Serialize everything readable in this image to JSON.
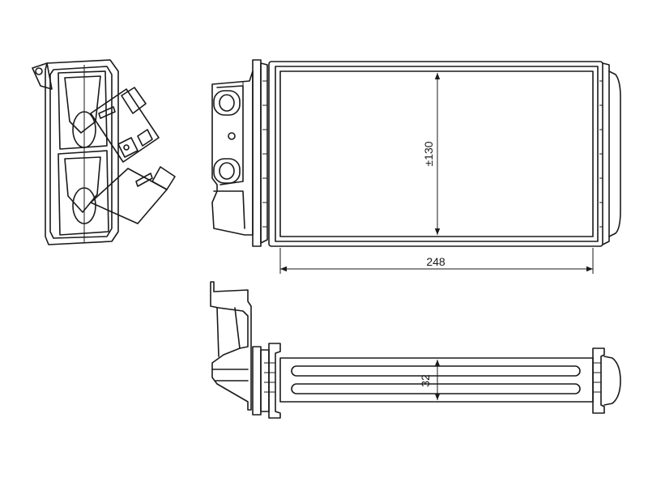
{
  "dimensions": {
    "height_label": "±130",
    "width_label": "248",
    "thickness_label": "32"
  },
  "colors": {
    "line": "#1a1a1a",
    "background": "#ffffff"
  }
}
